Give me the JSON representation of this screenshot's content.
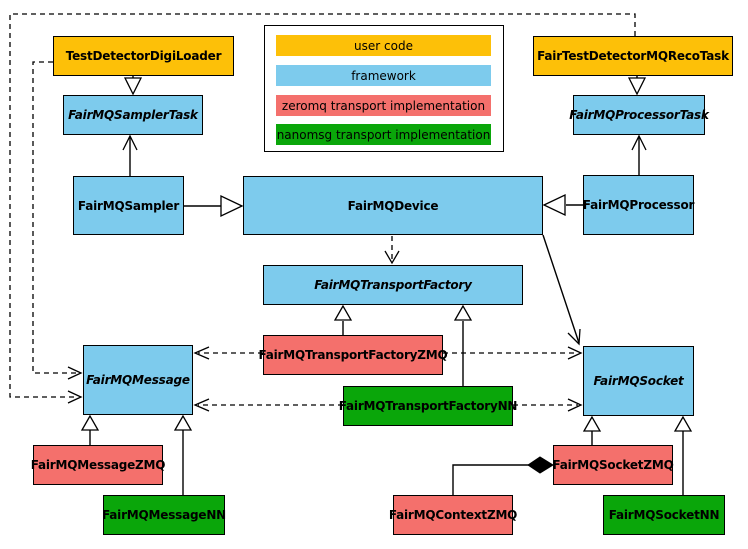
{
  "palette": {
    "user_code": "#FDC008",
    "framework": "#7DCBED",
    "zeromq": "#F4706C",
    "nanomsg": "#0AA60A"
  },
  "legend": {
    "items": [
      {
        "label": "user code",
        "category": "user_code"
      },
      {
        "label": "framework",
        "category": "framework"
      },
      {
        "label": "zeromq transport implementation",
        "category": "zeromq"
      },
      {
        "label": "nanomsg transport implementation",
        "category": "nanomsg"
      }
    ]
  },
  "nodes": {
    "digiLoader": {
      "label": "TestDetectorDigiLoader",
      "category": "user_code"
    },
    "recoTask": {
      "label": "FairTestDetectorMQRecoTask",
      "category": "user_code"
    },
    "samplerTask": {
      "label": "FairMQSamplerTask",
      "category": "framework",
      "abstract": true
    },
    "processorTask": {
      "label": "FairMQProcessorTask",
      "category": "framework",
      "abstract": true
    },
    "sampler": {
      "label": "FairMQSampler",
      "category": "framework"
    },
    "device": {
      "label": "FairMQDevice",
      "category": "framework"
    },
    "processor": {
      "label": "FairMQProcessor",
      "category": "framework"
    },
    "transportFactory": {
      "label": "FairMQTransportFactory",
      "category": "framework",
      "abstract": true
    },
    "transportFactoryZMQ": {
      "label": "FairMQTransportFactoryZMQ",
      "category": "zeromq"
    },
    "transportFactoryNN": {
      "label": "FairMQTransportFactoryNN",
      "category": "nanomsg"
    },
    "message": {
      "label": "FairMQMessage",
      "category": "framework",
      "abstract": true
    },
    "socket": {
      "label": "FairMQSocket",
      "category": "framework",
      "abstract": true
    },
    "messageZMQ": {
      "label": "FairMQMessageZMQ",
      "category": "zeromq"
    },
    "messageNN": {
      "label": "FairMQMessageNN",
      "category": "nanomsg"
    },
    "contextZMQ": {
      "label": "FairMQContextZMQ",
      "category": "zeromq"
    },
    "socketZMQ": {
      "label": "FairMQSocketZMQ",
      "category": "zeromq"
    },
    "socketNN": {
      "label": "FairMQSocketNN",
      "category": "nanomsg"
    }
  },
  "edges": [
    {
      "from": "TestDetectorDigiLoader",
      "to": "FairMQSamplerTask",
      "type": "inheritance"
    },
    {
      "from": "FairTestDetectorMQRecoTask",
      "to": "FairMQProcessorTask",
      "type": "inheritance"
    },
    {
      "from": "FairMQSampler",
      "to": "FairMQSamplerTask",
      "type": "open-arrow"
    },
    {
      "from": "FairMQProcessor",
      "to": "FairMQProcessorTask",
      "type": "open-arrow"
    },
    {
      "from": "FairMQSampler",
      "to": "FairMQDevice",
      "type": "inheritance"
    },
    {
      "from": "FairMQProcessor",
      "to": "FairMQDevice",
      "type": "inheritance"
    },
    {
      "from": "FairMQDevice",
      "to": "FairMQTransportFactory",
      "type": "dashed-arrow"
    },
    {
      "from": "FairMQDevice",
      "to": "FairMQSocket",
      "type": "open-arrow"
    },
    {
      "from": "FairMQTransportFactoryZMQ",
      "to": "FairMQTransportFactory",
      "type": "inheritance"
    },
    {
      "from": "FairMQTransportFactoryNN",
      "to": "FairMQTransportFactory",
      "type": "inheritance"
    },
    {
      "from": "FairMQTransportFactoryZMQ",
      "to": "FairMQMessage",
      "type": "dashed-arrow"
    },
    {
      "from": "FairMQTransportFactoryZMQ",
      "to": "FairMQSocket",
      "type": "dashed-arrow"
    },
    {
      "from": "FairMQTransportFactoryNN",
      "to": "FairMQMessage",
      "type": "dashed-arrow"
    },
    {
      "from": "FairMQTransportFactoryNN",
      "to": "FairMQSocket",
      "type": "dashed-arrow"
    },
    {
      "from": "FairMQMessageZMQ",
      "to": "FairMQMessage",
      "type": "inheritance"
    },
    {
      "from": "FairMQMessageNN",
      "to": "FairMQMessage",
      "type": "inheritance"
    },
    {
      "from": "FairMQSocketZMQ",
      "to": "FairMQSocket",
      "type": "inheritance"
    },
    {
      "from": "FairMQSocketNN",
      "to": "FairMQSocket",
      "type": "inheritance"
    },
    {
      "from": "FairMQContextZMQ",
      "to": "FairMQSocketZMQ",
      "type": "composition"
    },
    {
      "from": "TestDetectorDigiLoader",
      "to": "FairMQMessage",
      "type": "dashed-arrow"
    },
    {
      "from": "top-boundary",
      "to": "FairMQMessage",
      "type": "dashed-arrow"
    }
  ]
}
